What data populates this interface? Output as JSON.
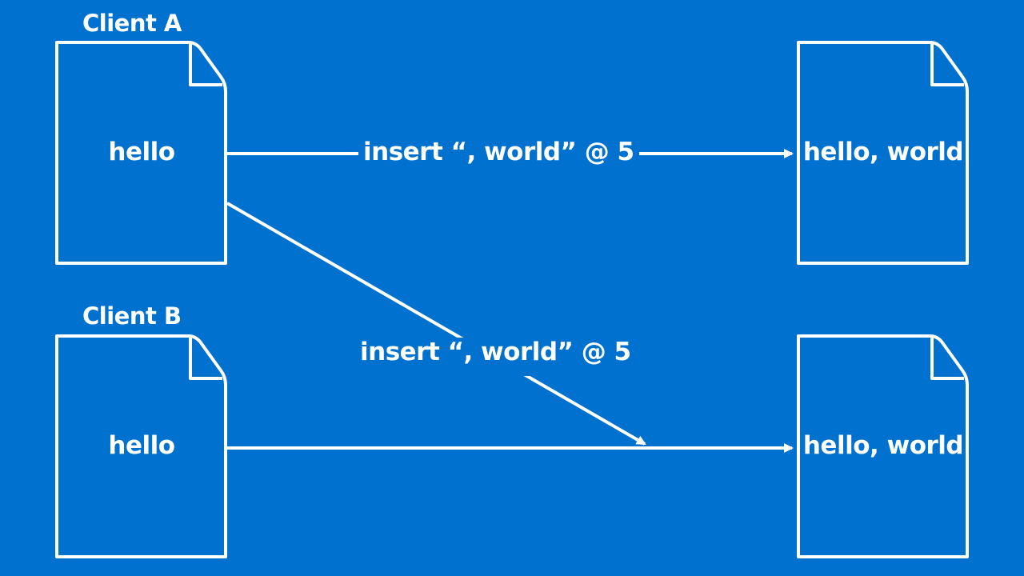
{
  "colors": {
    "background": "#0071CE",
    "foreground": "#FFFFFF"
  },
  "clients": [
    {
      "label": "Client A",
      "doc_before": "hello",
      "doc_after": "hello, world"
    },
    {
      "label": "Client B",
      "doc_before": "hello",
      "doc_after": "hello, world"
    }
  ],
  "edges": [
    {
      "from": "Client A doc",
      "to": "Client A result",
      "label": "insert “, world” @ 5"
    },
    {
      "from": "Client A doc",
      "to": "Client B edge",
      "label": "insert “, world” @ 5"
    },
    {
      "from": "Client B doc",
      "to": "Client B result",
      "label": ""
    }
  ]
}
